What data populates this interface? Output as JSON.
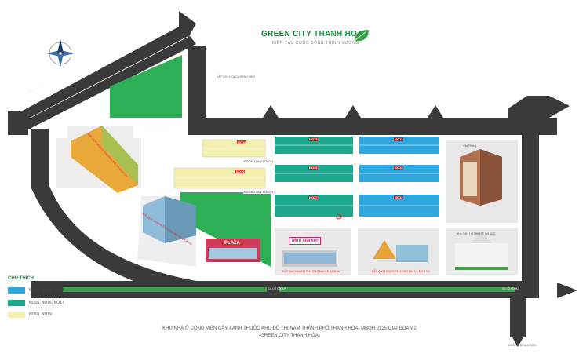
{
  "brand": {
    "name_green": "GREEN CITY",
    "name_accent": "THANH HOA",
    "slogan": "KIẾN TẠO CUỘC SỐNG THỊNH VƯỢNG"
  },
  "legend": {
    "title": "CHÚ THÍCH:",
    "items": [
      {
        "color": "#2fa8e0",
        "label": "NO12, NO13, NO14"
      },
      {
        "color": "#1ea88e",
        "label": "NO15, NO16, NO17"
      },
      {
        "color": "#f3f0b0",
        "label": "NO18, NO19"
      }
    ]
  },
  "blocks": {
    "no18": "NO18",
    "no19": "NO19",
    "no15": "NO15",
    "no16": "NO16",
    "no17": "NO17",
    "no12": "NO12",
    "no13": "NO13",
    "no14": "NO14"
  },
  "labels": {
    "quoc_lo": "QUỐC LỘ 1A",
    "benh_vien": "ĐẤT QUY HOẠCH BỆNH VIỆN",
    "park": "CÔNG VIÊN CÂY XANH",
    "road_east": "ĐƯỜNG QUY HOẠCH",
    "road_west": "ĐƯỜNG QUY HOẠCH",
    "dv_left_1": "ĐẤT QUY HOẠCH THƯƠNG MẠI VÀ DỊCH VỤ",
    "dv_left_2": "ĐẤT QUY HOẠCH THƯƠNG MẠI VÀ DỊCH VỤ",
    "dv_mid": "ĐẤT QUY HOẠCH THƯƠNG MẠI VÀ DỊCH VỤ",
    "dv_right": "ĐẤT QUY HOẠCH THƯƠNG MẠI VÀ DỊCH VỤ",
    "office": "Văn Phòng",
    "palace": "KHU DỊCH VỤ WHITE PALACE",
    "ql_bottom_left": "QL LỘ C00KP",
    "ql_bottom_right": "QL LỘ C00KP",
    "to_bottom": "ĐƯỜNG ĐI SẦM SƠN",
    "plaza": "PLAZA",
    "mini_market": "Mini Market"
  },
  "caption": {
    "line1": "KHU NHÀ Ở CÔNG VIÊN CÂY XANH THUỘC KHU ĐÔ THỊ NAM THÀNH PHỐ THANH HÓA- MBQH 2125 GIAI ĐOẠN 2",
    "line2": "(GREEN  CITY THANH HÓA)"
  },
  "colors": {
    "road": "#3a3a3a",
    "grass": "#2fa35a",
    "park": "#2eae55",
    "blue_lots": "#2fa8e0",
    "teal_lots": "#1ea88e",
    "yellow_lots": "#f3f0b0",
    "plot_bg": "#e8e8e8"
  }
}
